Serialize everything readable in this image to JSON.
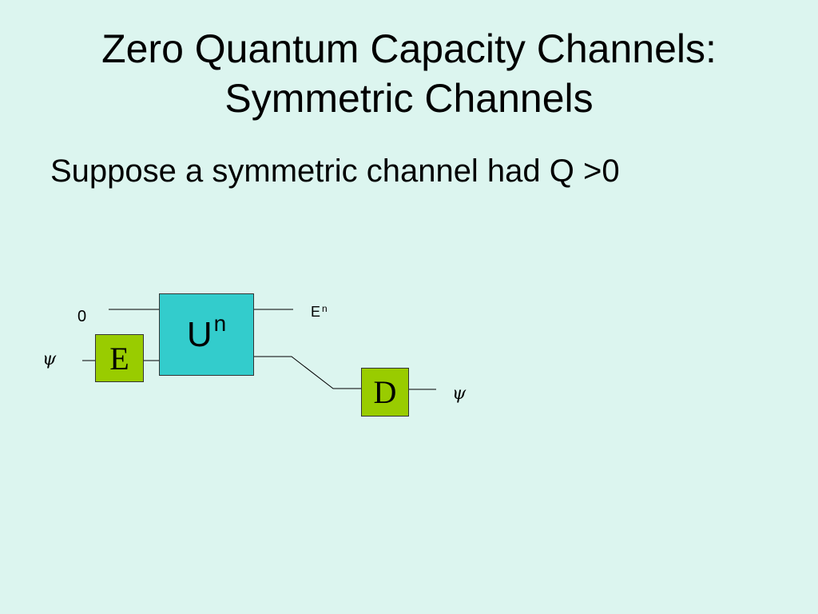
{
  "title": {
    "line1": "Zero Quantum Capacity Channels:",
    "line2": "Symmetric Channels"
  },
  "bullet": "Suppose a symmetric channel had Q >0",
  "diagram": {
    "input_label": "0",
    "psi_in": "ψ",
    "psi_out": "ψ",
    "encoder_label": "E",
    "unitary_label": "U",
    "unitary_superscript": "n",
    "env_label": "E",
    "env_superscript": "n",
    "decoder_label": "D",
    "colors": {
      "background": "#dcf5ef",
      "encoder": "#99cc00",
      "unitary": "#33cccc",
      "decoder": "#99cc00"
    }
  }
}
